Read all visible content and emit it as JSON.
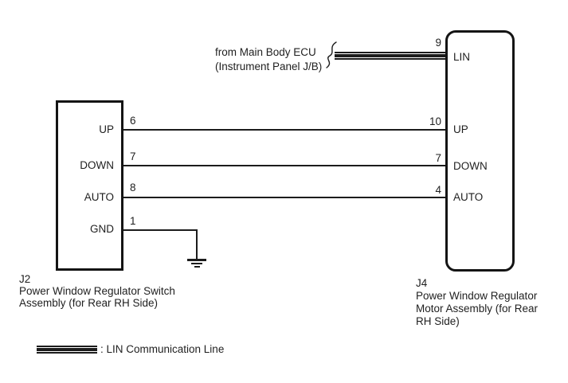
{
  "ecu_label": {
    "line1": "from Main Body ECU",
    "line2": "(Instrument Panel J/B)"
  },
  "left_connector": {
    "id": "J2",
    "caption_lines": [
      "Power Window Regulator Switch",
      "Assembly (for Rear RH Side)"
    ],
    "pins": [
      {
        "number": "6",
        "label": "UP"
      },
      {
        "number": "7",
        "label": "DOWN"
      },
      {
        "number": "8",
        "label": "AUTO"
      },
      {
        "number": "1",
        "label": "GND"
      }
    ]
  },
  "right_connector": {
    "id": "J4",
    "caption_lines": [
      "Power Window Regulator",
      "Motor Assembly (for Rear",
      "RH Side)"
    ],
    "pins": [
      {
        "number": "9",
        "label": "LIN"
      },
      {
        "number": "10",
        "label": "UP"
      },
      {
        "number": "7",
        "label": "DOWN"
      },
      {
        "number": "4",
        "label": "AUTO"
      }
    ]
  },
  "legend": {
    "label": ": LIN Communication Line"
  },
  "symbols": {
    "lin_line_icon": "triple-line-bus",
    "ground_icon": "earth-ground",
    "squiggle_icon": "wire-break"
  },
  "colors": {
    "line": "#1c1c1c",
    "background": "#ffffff"
  }
}
